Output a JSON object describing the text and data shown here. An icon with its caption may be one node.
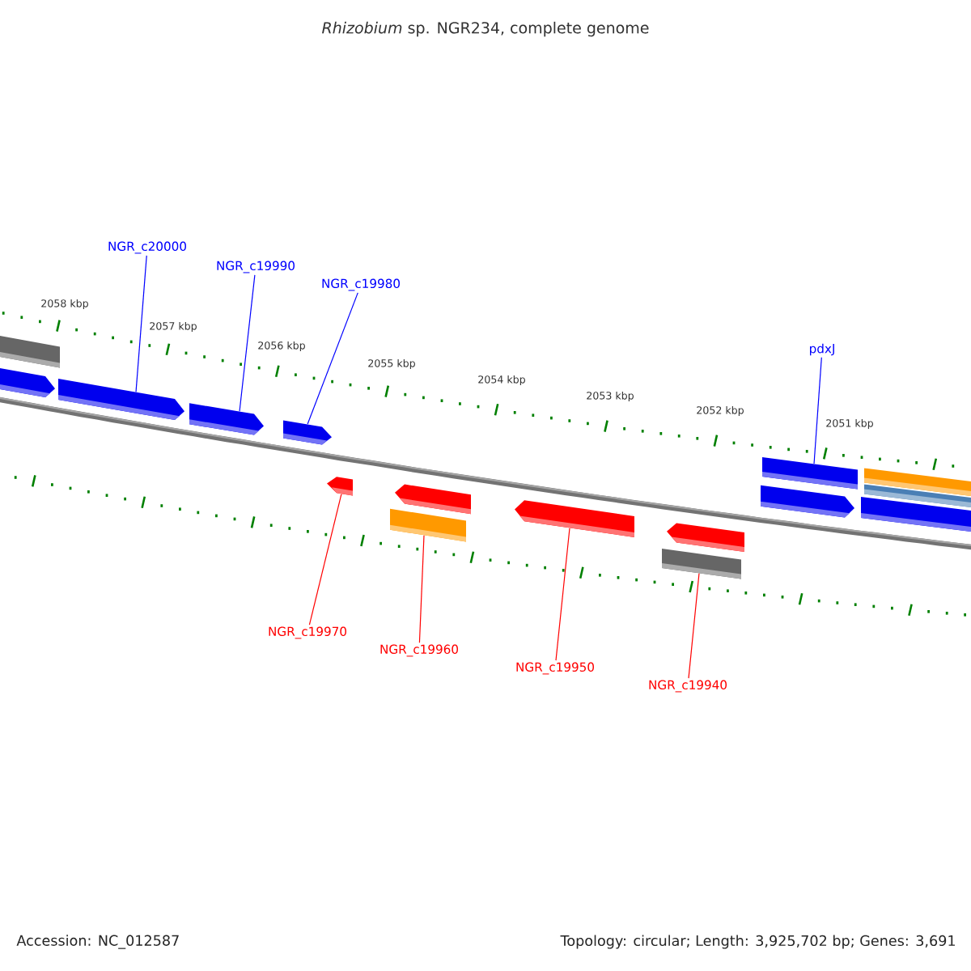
{
  "diagram": {
    "title": "*Rhizobium* sp. NGR234, complete genome",
    "nodes": [
      {
        "text": [
          "NGR_c20000"
        ]
      },
      {
        "text": [
          "NGR_c19990"
        ]
      },
      {
        "text": [
          "NGR_c19980"
        ]
      },
      {
        "text": [
          "pdxJ"
        ]
      },
      {
        "text": [
          "NGR_c19970"
        ]
      },
      {
        "text": [
          "NGR_c19960"
        ]
      },
      {
        "text": [
          "NGR_c19950"
        ]
      },
      {
        "text": [
          "NGR_c19940"
        ]
      },
      {
        "text": [],
        "shape": "arrow"
      },
      {
        "text": [],
        "shape": "arrow"
      },
      {
        "text": [],
        "shape": "arrow"
      },
      {
        "text": [],
        "shape": "arrow"
      },
      {
        "text": [],
        "shape": "bar"
      },
      {
        "text": [],
        "shape": "arrow"
      },
      {
        "text": [],
        "shape": "bar"
      },
      {
        "text": [],
        "shape": "bar"
      }
    ],
    "edges": [
      {
        "from": 0,
        "to": 8,
        "arrow": "none",
        "color": "#0000ff"
      },
      {
        "from": 1,
        "to": 9,
        "arrow": "none",
        "color": "#0000ff"
      },
      {
        "from": 2,
        "to": 10,
        "arrow": "none",
        "color": "#0000ff"
      },
      {
        "from": 3,
        "to": 15,
        "arrow": "none",
        "color": "#0000ff"
      },
      {
        "from": 4,
        "to": 11,
        "arrow": "none",
        "color": "#ff0000"
      },
      {
        "from": 5,
        "to": 12,
        "arrow": "none",
        "color": "#ff0000"
      },
      {
        "from": 6,
        "to": 13,
        "arrow": "none",
        "color": "#ff0000"
      },
      {
        "from": 7,
        "to": 14,
        "arrow": "none",
        "color": "#ff0000"
      }
    ],
    "labels": [
      "2058 kbp",
      "2057 kbp",
      "2056 kbp",
      "2055 kbp",
      "2054 kbp",
      "2053 kbp",
      "2052 kbp",
      "2051 kbp",
      "Accession: NC_012587",
      "Topology: circular; Length: 3,925,702 bp; Genes: 3,691"
    ]
  }
}
